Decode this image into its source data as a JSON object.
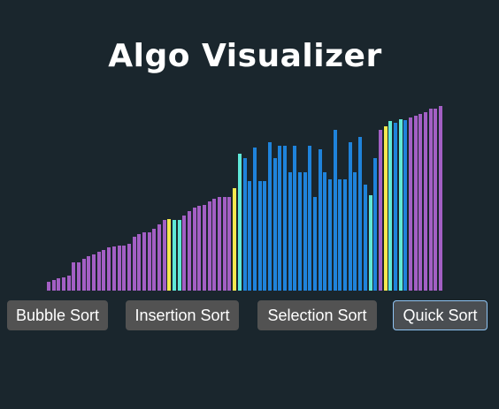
{
  "app": {
    "title": "Algo Visualizer"
  },
  "colors": {
    "background": "#1a262d",
    "sorted": "#a35fc4",
    "unsorted": "#1f83db",
    "compare": "#f5e94f",
    "pivot": "#5fe8d8",
    "button": "#525252",
    "selected_border": "#8fc3f2"
  },
  "visualizer": {
    "max_value": 210,
    "bars": [
      {
        "value": 10,
        "state": "sorted"
      },
      {
        "value": 12,
        "state": "sorted"
      },
      {
        "value": 14,
        "state": "sorted"
      },
      {
        "value": 15,
        "state": "sorted"
      },
      {
        "value": 17,
        "state": "sorted"
      },
      {
        "value": 32,
        "state": "sorted"
      },
      {
        "value": 32,
        "state": "sorted"
      },
      {
        "value": 36,
        "state": "sorted"
      },
      {
        "value": 39,
        "state": "sorted"
      },
      {
        "value": 41,
        "state": "sorted"
      },
      {
        "value": 44,
        "state": "sorted"
      },
      {
        "value": 46,
        "state": "sorted"
      },
      {
        "value": 49,
        "state": "sorted"
      },
      {
        "value": 50,
        "state": "sorted"
      },
      {
        "value": 51,
        "state": "sorted"
      },
      {
        "value": 51,
        "state": "sorted"
      },
      {
        "value": 53,
        "state": "sorted"
      },
      {
        "value": 61,
        "state": "sorted"
      },
      {
        "value": 64,
        "state": "sorted"
      },
      {
        "value": 66,
        "state": "sorted"
      },
      {
        "value": 66,
        "state": "sorted"
      },
      {
        "value": 70,
        "state": "sorted"
      },
      {
        "value": 75,
        "state": "sorted"
      },
      {
        "value": 80,
        "state": "sorted"
      },
      {
        "value": 81,
        "state": "compare"
      },
      {
        "value": 80,
        "state": "pivot"
      },
      {
        "value": 80,
        "state": "pivot"
      },
      {
        "value": 85,
        "state": "sorted"
      },
      {
        "value": 90,
        "state": "sorted"
      },
      {
        "value": 94,
        "state": "sorted"
      },
      {
        "value": 96,
        "state": "sorted"
      },
      {
        "value": 97,
        "state": "sorted"
      },
      {
        "value": 101,
        "state": "sorted"
      },
      {
        "value": 104,
        "state": "sorted"
      },
      {
        "value": 106,
        "state": "sorted"
      },
      {
        "value": 106,
        "state": "sorted"
      },
      {
        "value": 106,
        "state": "sorted"
      },
      {
        "value": 116,
        "state": "compare"
      },
      {
        "value": 155,
        "state": "pivot"
      },
      {
        "value": 150,
        "state": "unsorted"
      },
      {
        "value": 124,
        "state": "unsorted"
      },
      {
        "value": 162,
        "state": "unsorted"
      },
      {
        "value": 124,
        "state": "unsorted"
      },
      {
        "value": 124,
        "state": "unsorted"
      },
      {
        "value": 168,
        "state": "unsorted"
      },
      {
        "value": 150,
        "state": "unsorted"
      },
      {
        "value": 164,
        "state": "unsorted"
      },
      {
        "value": 164,
        "state": "unsorted"
      },
      {
        "value": 134,
        "state": "unsorted"
      },
      {
        "value": 164,
        "state": "unsorted"
      },
      {
        "value": 134,
        "state": "unsorted"
      },
      {
        "value": 134,
        "state": "unsorted"
      },
      {
        "value": 164,
        "state": "unsorted"
      },
      {
        "value": 106,
        "state": "unsorted"
      },
      {
        "value": 160,
        "state": "unsorted"
      },
      {
        "value": 134,
        "state": "unsorted"
      },
      {
        "value": 126,
        "state": "unsorted"
      },
      {
        "value": 182,
        "state": "unsorted"
      },
      {
        "value": 126,
        "state": "unsorted"
      },
      {
        "value": 126,
        "state": "unsorted"
      },
      {
        "value": 168,
        "state": "unsorted"
      },
      {
        "value": 134,
        "state": "unsorted"
      },
      {
        "value": 174,
        "state": "unsorted"
      },
      {
        "value": 120,
        "state": "unsorted"
      },
      {
        "value": 108,
        "state": "pivot"
      },
      {
        "value": 150,
        "state": "unsorted"
      },
      {
        "value": 182,
        "state": "sorted"
      },
      {
        "value": 186,
        "state": "compare"
      },
      {
        "value": 192,
        "state": "pivot"
      },
      {
        "value": 190,
        "state": "unsorted"
      },
      {
        "value": 194,
        "state": "pivot"
      },
      {
        "value": 193,
        "state": "unsorted"
      },
      {
        "value": 196,
        "state": "sorted"
      },
      {
        "value": 198,
        "state": "sorted"
      },
      {
        "value": 200,
        "state": "sorted"
      },
      {
        "value": 202,
        "state": "sorted"
      },
      {
        "value": 206,
        "state": "sorted"
      },
      {
        "value": 206,
        "state": "sorted"
      },
      {
        "value": 209,
        "state": "sorted"
      }
    ]
  },
  "controls": {
    "bubble_sort": "Bubble Sort",
    "insertion_sort": "Insertion Sort",
    "selection_sort": "Selection Sort",
    "quick_sort": "Quick Sort"
  }
}
